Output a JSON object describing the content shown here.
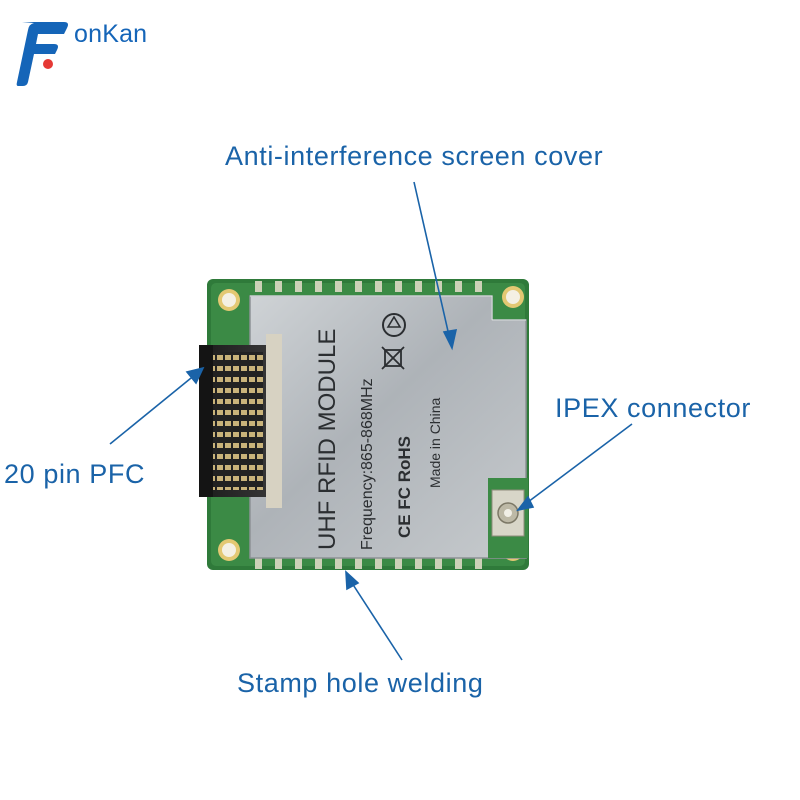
{
  "logo": {
    "text": "onKan",
    "color": "#1565b8",
    "accent": "#e53935"
  },
  "callouts": {
    "top": "Anti-interference screen cover",
    "right": "IPEX connector",
    "left": "20 pin PFC",
    "bottom": "Stamp hole welding"
  },
  "module": {
    "line1": "UHF RFID MODULE",
    "line2": "Frequency:865-868MHz",
    "marks": "CE FC RoHS",
    "origin": "Made in China"
  },
  "colors": {
    "callout_text": "#1a63a8",
    "arrow": "#1a63a8",
    "pcb": "#2f7a3a",
    "shield": "#b9bec3"
  }
}
